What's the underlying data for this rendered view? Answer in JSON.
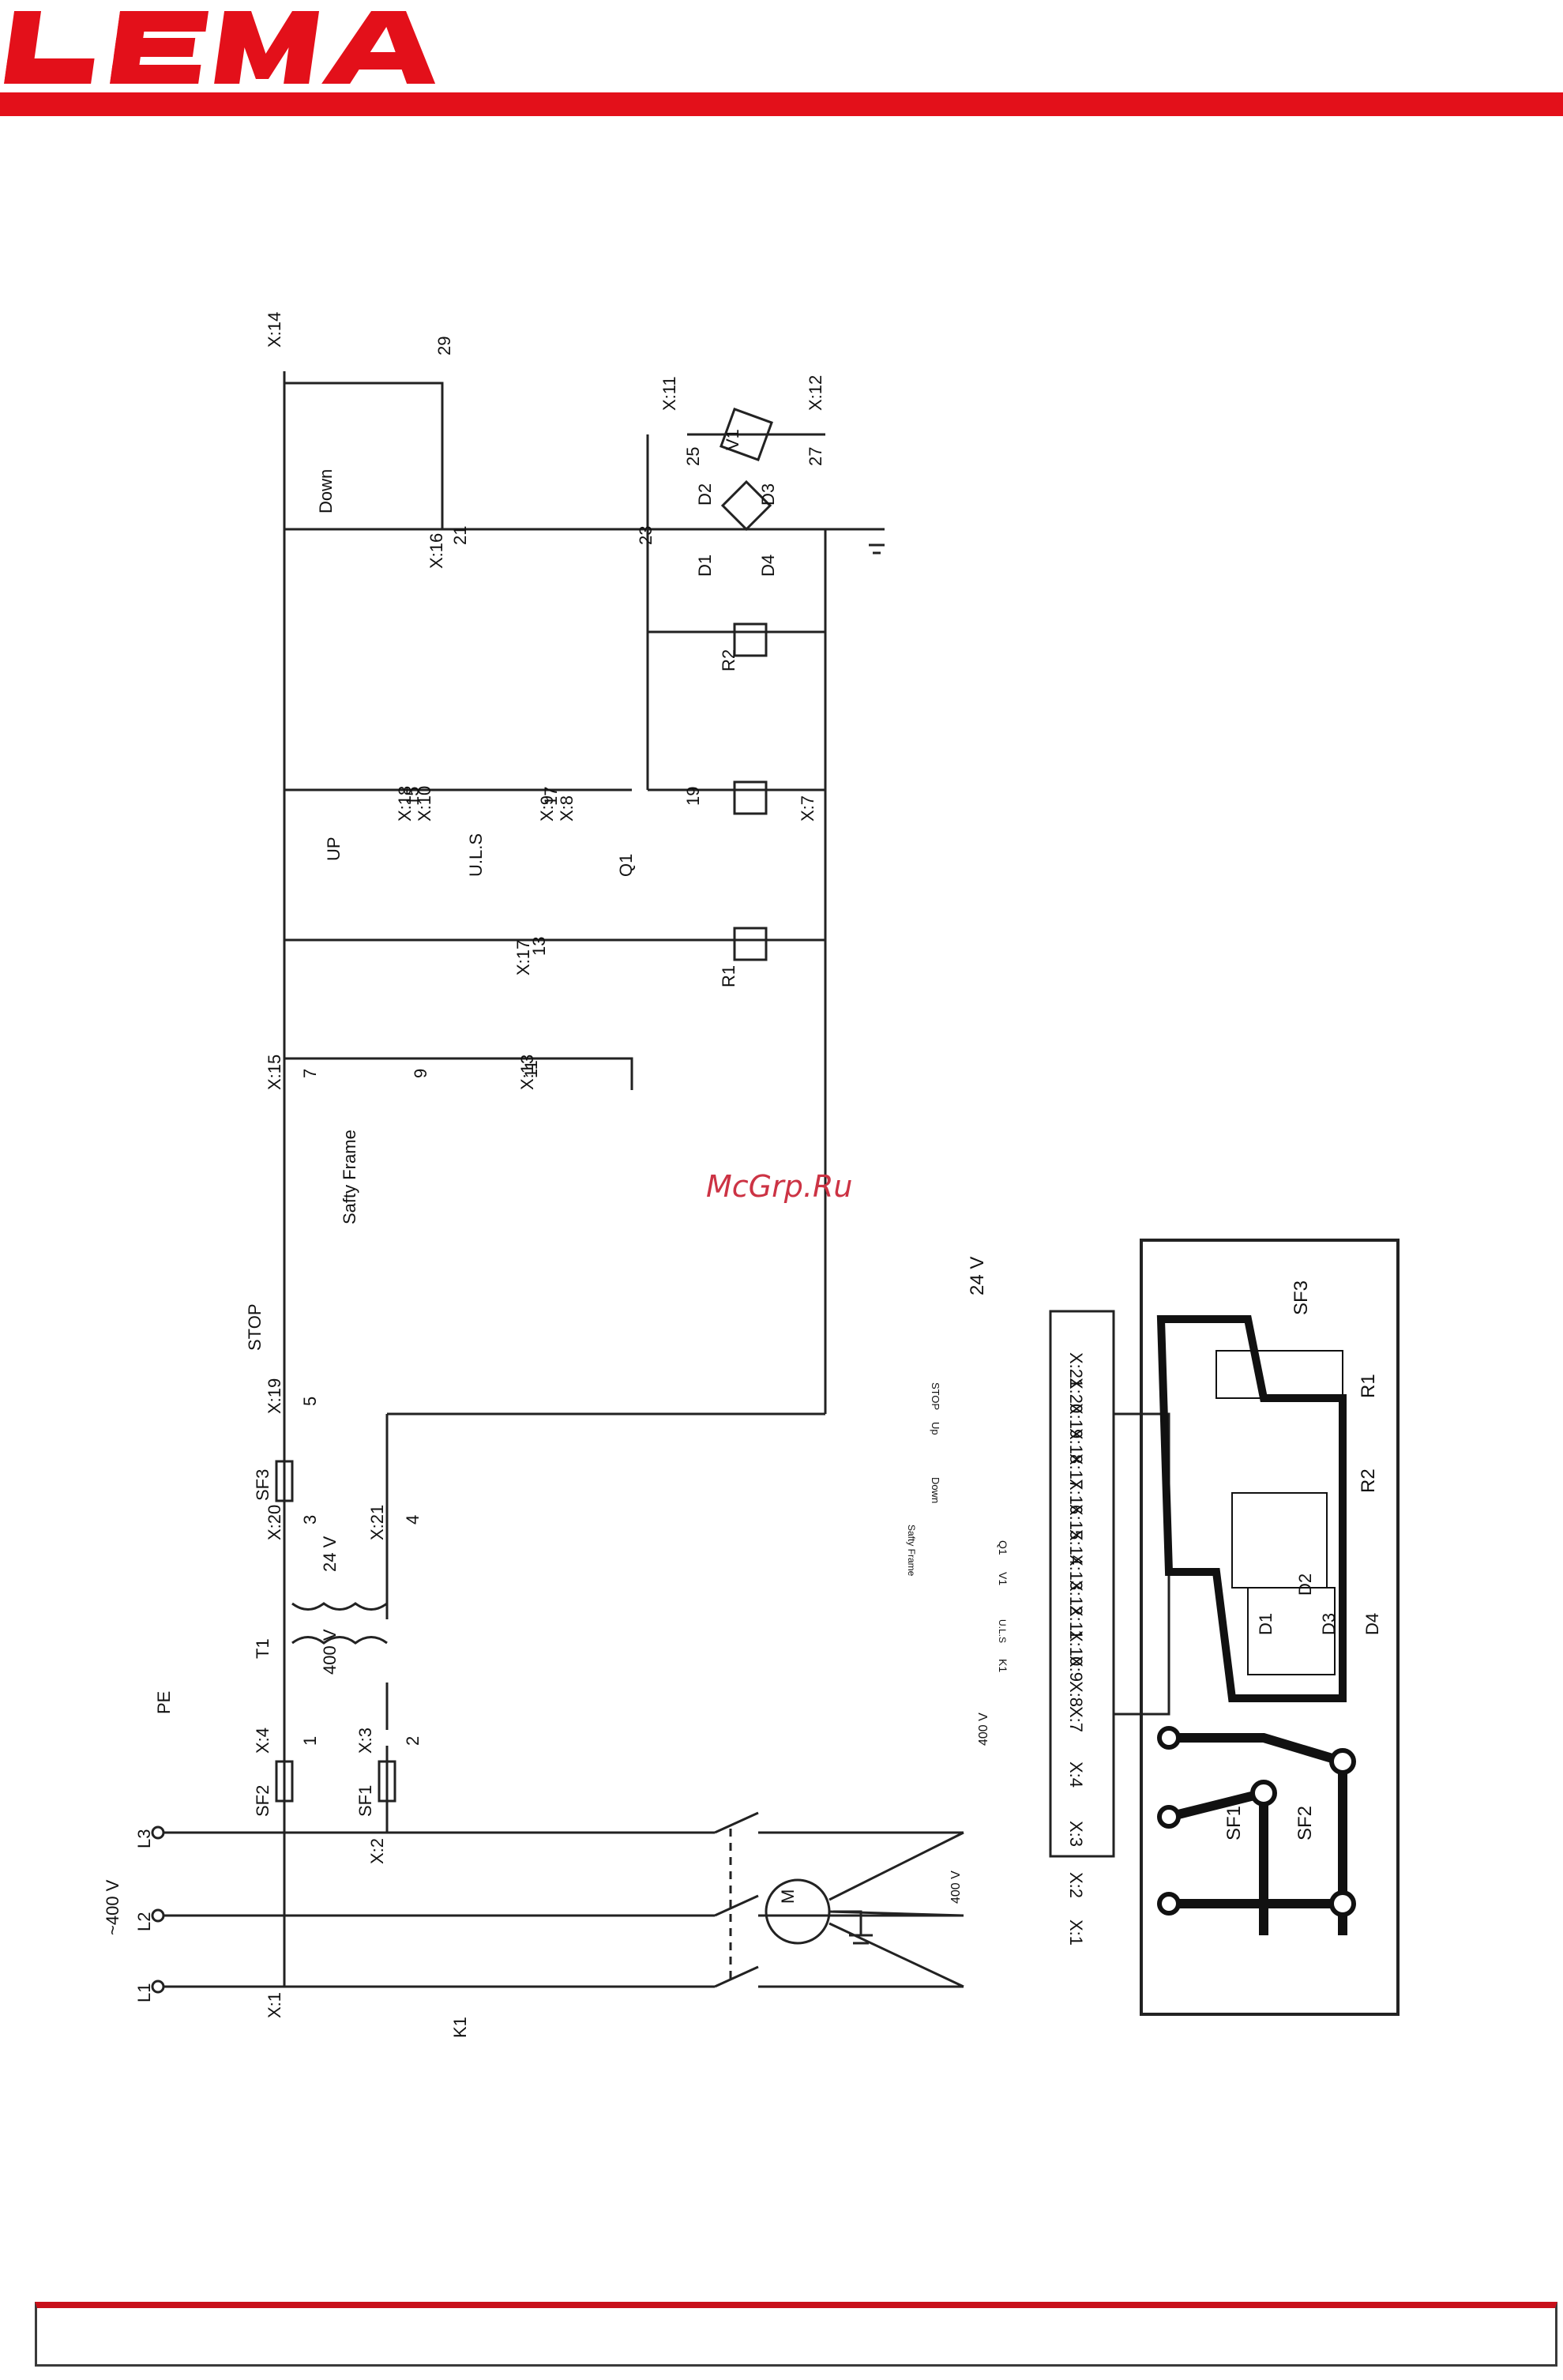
{
  "brand": {
    "logo_text": "LEMA",
    "accent_color": "#e3101a"
  },
  "watermark": "McGrp.Ru",
  "schematic": {
    "supply": {
      "voltage": "~400 V",
      "phases": [
        "L1",
        "L2",
        "L3"
      ],
      "earth": "PE"
    },
    "terminals": [
      "X:1",
      "X:2",
      "X:3",
      "X:4",
      "X:7",
      "X:8",
      "X:9",
      "X:10",
      "X:11",
      "X:12",
      "X:13",
      "X:14",
      "X:15",
      "X:16",
      "X:17",
      "X:18",
      "X:19",
      "X:20",
      "X:21"
    ],
    "fuses": [
      "SF1",
      "SF2",
      "SF3"
    ],
    "transformer": {
      "name": "T1",
      "primary": "400 V",
      "secondary": "24 V"
    },
    "motor": "M",
    "contactor": "K1",
    "relays": [
      "R1",
      "R2"
    ],
    "switches": {
      "stop": "STOP",
      "up": "UP",
      "down": "Down",
      "safety": "Safty Frame",
      "ul": "U.L.S",
      "q1": "Q1"
    },
    "diodes": [
      "D1",
      "D2",
      "D3",
      "D4"
    ],
    "valve": "V1",
    "wire_numbers": [
      "1",
      "2",
      "3",
      "4",
      "5",
      "7",
      "9",
      "11",
      "13",
      "15",
      "17",
      "19",
      "21",
      "23",
      "25",
      "27",
      "29"
    ]
  },
  "board": {
    "terminals": [
      "X:1",
      "X:2",
      "X:3",
      "X:4",
      "X:7",
      "X:8",
      "X:9",
      "X:10",
      "X:11",
      "X:12",
      "X:13",
      "X:14",
      "X:15",
      "X:16",
      "X:17",
      "X:18",
      "X:19",
      "X:20",
      "X:21"
    ],
    "labels": {
      "v24": "24 V",
      "v400a": "400 V",
      "v400b": "400 V",
      "stop": "STOP",
      "up": "Up",
      "down": "Down",
      "safety": "Safty Frame",
      "v1": "V1",
      "q1": "Q1",
      "k1": "K1",
      "uls": "U.L.S"
    },
    "components": [
      "SF1",
      "SF2",
      "SF3",
      "R1",
      "R2",
      "D1",
      "D2",
      "D3",
      "D4"
    ]
  }
}
